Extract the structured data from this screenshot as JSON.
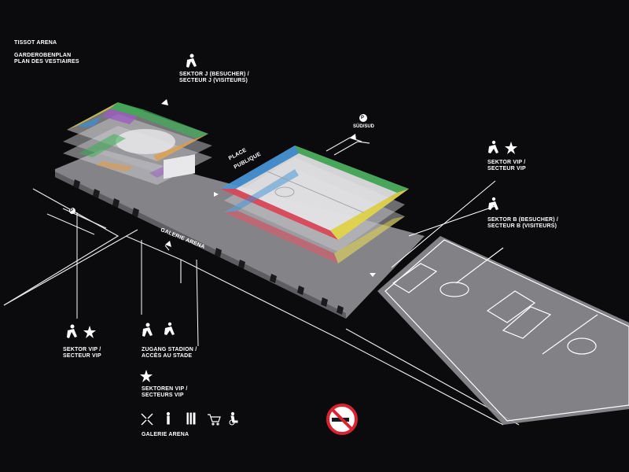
{
  "header": {
    "venue": "TISSOT ARENA",
    "plan_de": "GARDEROBENPLAN",
    "plan_fr": "PLAN DES VESTIAIRES"
  },
  "labels": {
    "sektor_j_de": "SEKTOR J (BESUCHER) /",
    "sektor_j_fr": "SECTEUR J (VISITEURS)",
    "parking": "P",
    "parking_dir": "SÜD/SUD",
    "place_publique_1": "PLACE",
    "place_publique_2": "PUBLIQUE",
    "galerie_arena_path": "GALERIE ARENA",
    "sektor_vip_right_de": "SEKTOR VIP /",
    "sektor_vip_right_fr": "SECTEUR VIP",
    "sektor_b_de": "SEKTOR B (BESUCHER) /",
    "sektor_b_fr": "SECTEUR B (VISITEURS)",
    "sektor_vip_left_de": "SEKTOR VIP /",
    "sektor_vip_left_fr": "SECTEUR  VIP",
    "zugang_de": "ZUGANG STADION /",
    "zugang_fr": "ACCÈS AU STADE",
    "sektoren_vip_de": "SEKTOREN VIP /",
    "sektoren_vip_fr": "SECTEURS  VIP",
    "galerie_arena_legend": "GALERIE ARENA",
    "parking_left": "P"
  },
  "legend_icons": [
    "arrows-icon",
    "info-icon",
    "restaurant-icon",
    "shopping-cart-icon",
    "wheelchair-icon"
  ],
  "colors": {
    "background": "#0b0b0d",
    "blue": "#3a8fd6",
    "green": "#3fae55",
    "yellow": "#e2d43a",
    "red": "#d9374a",
    "orange": "#e69a3a",
    "purple": "#9b5fc0",
    "no_smoking": "#d9232e"
  }
}
